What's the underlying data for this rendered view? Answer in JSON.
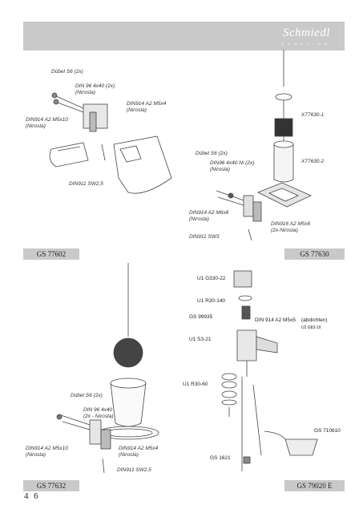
{
  "header": {
    "brand": "Schmiedl",
    "brand_sub": "F U N K T I O N"
  },
  "panels": [
    {
      "caption": "GS 77602",
      "labels": [
        "Dübel S6 (2x)",
        "DIN 96 4x40 (2x)",
        "(Nirosta)",
        "DIN914 A2 M5x4",
        "(Nirosta)",
        "DIN914 A2 M5x10",
        "(Nirosta)",
        "DIN911 SW2,5"
      ]
    },
    {
      "caption": "GS 77630",
      "labels": [
        "X77630-1",
        "X77630-2",
        "Dübel S6 (2x)",
        "DIN96 4x40 Ni (2x)",
        "(Nirosta)",
        "DIN914 A2 M6x8",
        "(Nirosta)",
        "DIN916 A2 M5x6",
        "(2x-Nirosta)",
        "DIN911 SW3"
      ]
    },
    {
      "caption": "GS 77632",
      "labels": [
        "Dübel S6 (2x)",
        "DIN 96 4x40",
        "(2x - Nirosta)",
        "DIN914 A2 M5x10",
        "(Nirosta)",
        "DIN914 A2 M5x4",
        "(Nirosta)",
        "DIN911 SW2,5"
      ]
    },
    {
      "caption": "GS 79020 E",
      "labels": [
        "U1 G330-22",
        "U1 R30-140",
        "GS 99935",
        "DIN 914 A2 M5x5",
        "(abdichten)",
        "U2 G83-19",
        "U1 S3-21",
        "U1 R30-60",
        "GS 710610",
        "GS 1621"
      ]
    }
  ],
  "page_number": "4 6"
}
